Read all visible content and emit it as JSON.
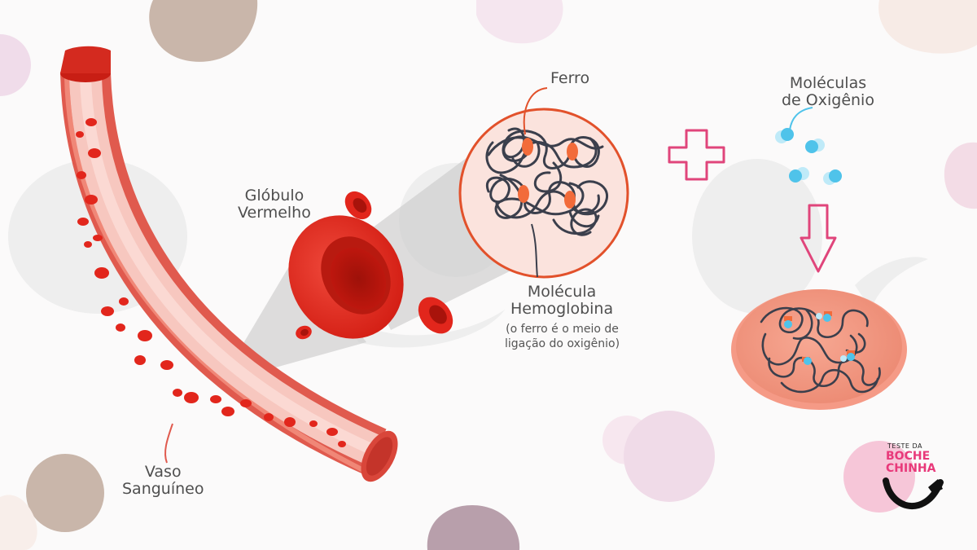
{
  "labels": {
    "ferro": "Ferro",
    "oxygen_line1": "Moléculas",
    "oxygen_line2": "de Oxigênio",
    "globulo_line1": "Glóbulo",
    "globulo_line2": "Vermelho",
    "hemo_line1": "Molécula",
    "hemo_line2": "Hemoglobina",
    "hemo_note1": "(o ferro é o meio de",
    "hemo_note2": "ligação do oxigênio)",
    "vaso_line1": "Vaso",
    "vaso_line2": "Sanguíneo"
  },
  "logo": {
    "top": "TESTE DA",
    "mid1": "BOCHE",
    "mid2": "CHINHA"
  },
  "colors": {
    "blood_red": "#e2261c",
    "vessel_wall": "#e05a4e",
    "vessel_inner": "#f7c7bf",
    "iron": "#f26b3a",
    "oxygen": "#4fc3ea",
    "plus": "#e0457b",
    "molecule_tangle": "#3b3f4c",
    "logo_pink": "#e8397a"
  },
  "icons": {
    "plus": "plus-icon",
    "arrow": "arrow-down-icon"
  }
}
